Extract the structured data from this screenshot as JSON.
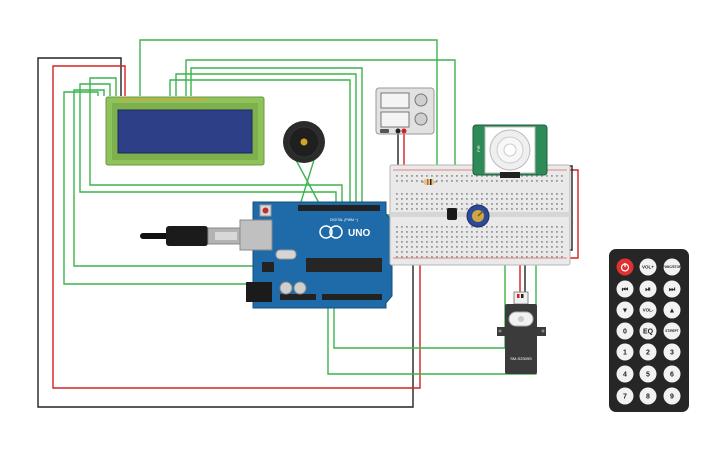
{
  "colors": {
    "wire_green": "#3cb44b",
    "wire_red": "#d62020",
    "wire_black": "#222222",
    "arduino_blue": "#1f6aa8",
    "lcd_green": "#8ec35b",
    "lcd_screen": "#2d3f86",
    "breadboard": "#e9e9e9",
    "pir_green": "#2e8b57",
    "remote_body": "#262626"
  },
  "arduino": {
    "board_label": "UNO",
    "digital_label": "DIGITAL (PWM ~)"
  },
  "breadboard": {
    "resistor_band": "#c8681f"
  },
  "pir_sensor": {
    "label_left": "PIR",
    "label_right": ""
  },
  "servo": {
    "label": "SM-S2309S"
  },
  "remote": {
    "rows": [
      [
        "power",
        "VOL+",
        "FUNC/STOP"
      ],
      [
        "⏮",
        "⏯",
        "⏭"
      ],
      [
        "▼",
        "VOL-",
        "▲"
      ],
      [
        "0",
        "EQ",
        "ST/REPT"
      ],
      [
        "1",
        "2",
        "3"
      ],
      [
        "4",
        "5",
        "6"
      ],
      [
        "7",
        "8",
        "9"
      ]
    ]
  }
}
